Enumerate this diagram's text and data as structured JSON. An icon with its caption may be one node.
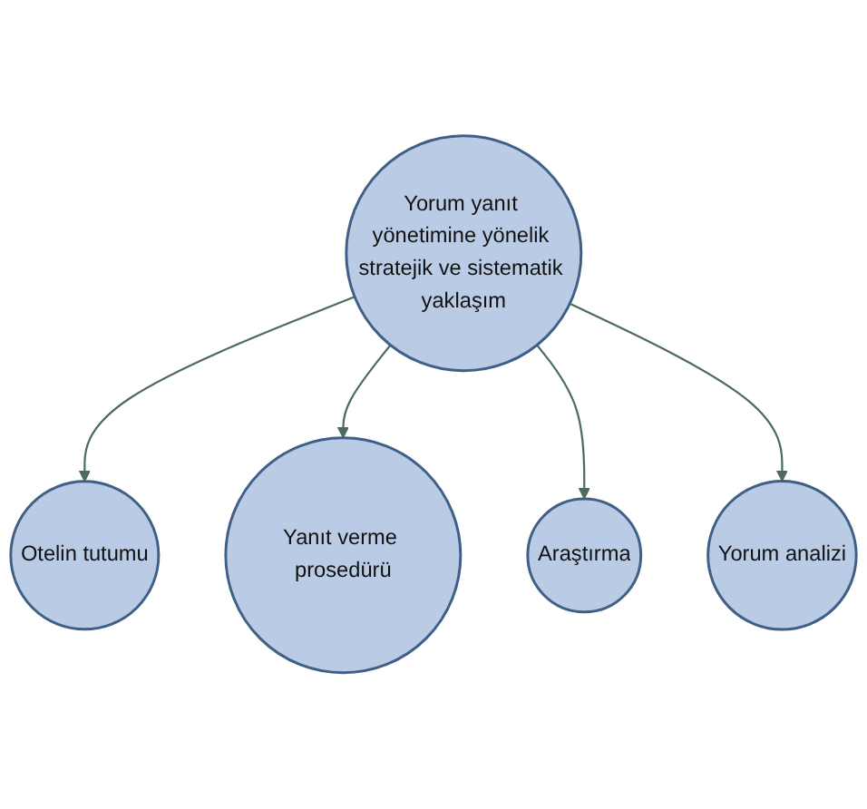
{
  "diagram": {
    "nodes": [
      {
        "text": [
          "Yorum yanıt yönetimine yönelik stratejik ve sistematik yaklaşım"
        ]
      },
      {
        "text": [
          "Otelin tutumu"
        ]
      },
      {
        "text": [
          "Yanıt verme prosedürü"
        ]
      },
      {
        "text": [
          "Araştırma"
        ]
      },
      {
        "text": [
          "Yorum analizi"
        ]
      }
    ],
    "edges": [
      {
        "from": 0,
        "to": 1,
        "arrow": "to"
      },
      {
        "from": 0,
        "to": 2,
        "arrow": "to"
      },
      {
        "from": 0,
        "to": 3,
        "arrow": "to"
      },
      {
        "from": 0,
        "to": 4,
        "arrow": "to"
      }
    ]
  }
}
